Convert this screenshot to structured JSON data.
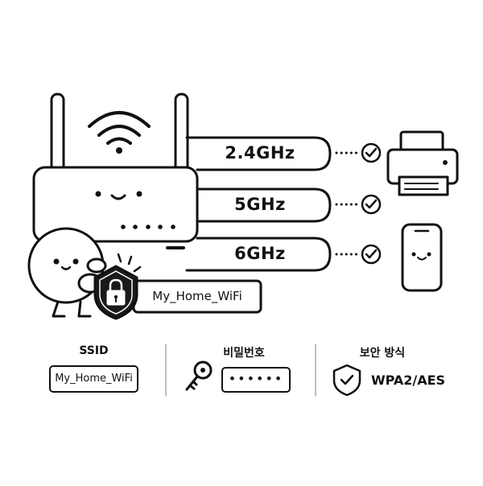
{
  "bands": [
    {
      "label": "2.4GHz",
      "device": "printer-icon"
    },
    {
      "label": "5GHz",
      "device": "printer-icon"
    },
    {
      "label": "6GHz",
      "device": "smartphone-icon"
    }
  ],
  "network_tag": {
    "ssid": "My_Home_WiFi"
  },
  "settings": {
    "ssid": {
      "title": "SSID",
      "value": "My_Home_WiFi"
    },
    "password": {
      "title": "비밀번호",
      "mask": "••••••",
      "icon": "key-icon"
    },
    "security": {
      "title": "보안 방식",
      "value": "WPA2/AES",
      "icon": "shield-check-icon"
    }
  },
  "icons": [
    "wifi-signal-icon",
    "router-icon",
    "check-icon",
    "printer-icon",
    "smartphone-icon",
    "padlock-icon",
    "shield-icon",
    "key-icon",
    "shield-check-icon",
    "mascot"
  ],
  "colors": {
    "stroke": "#111111",
    "fill": "#ffffff",
    "shield_fill": "#1a1a1a"
  }
}
